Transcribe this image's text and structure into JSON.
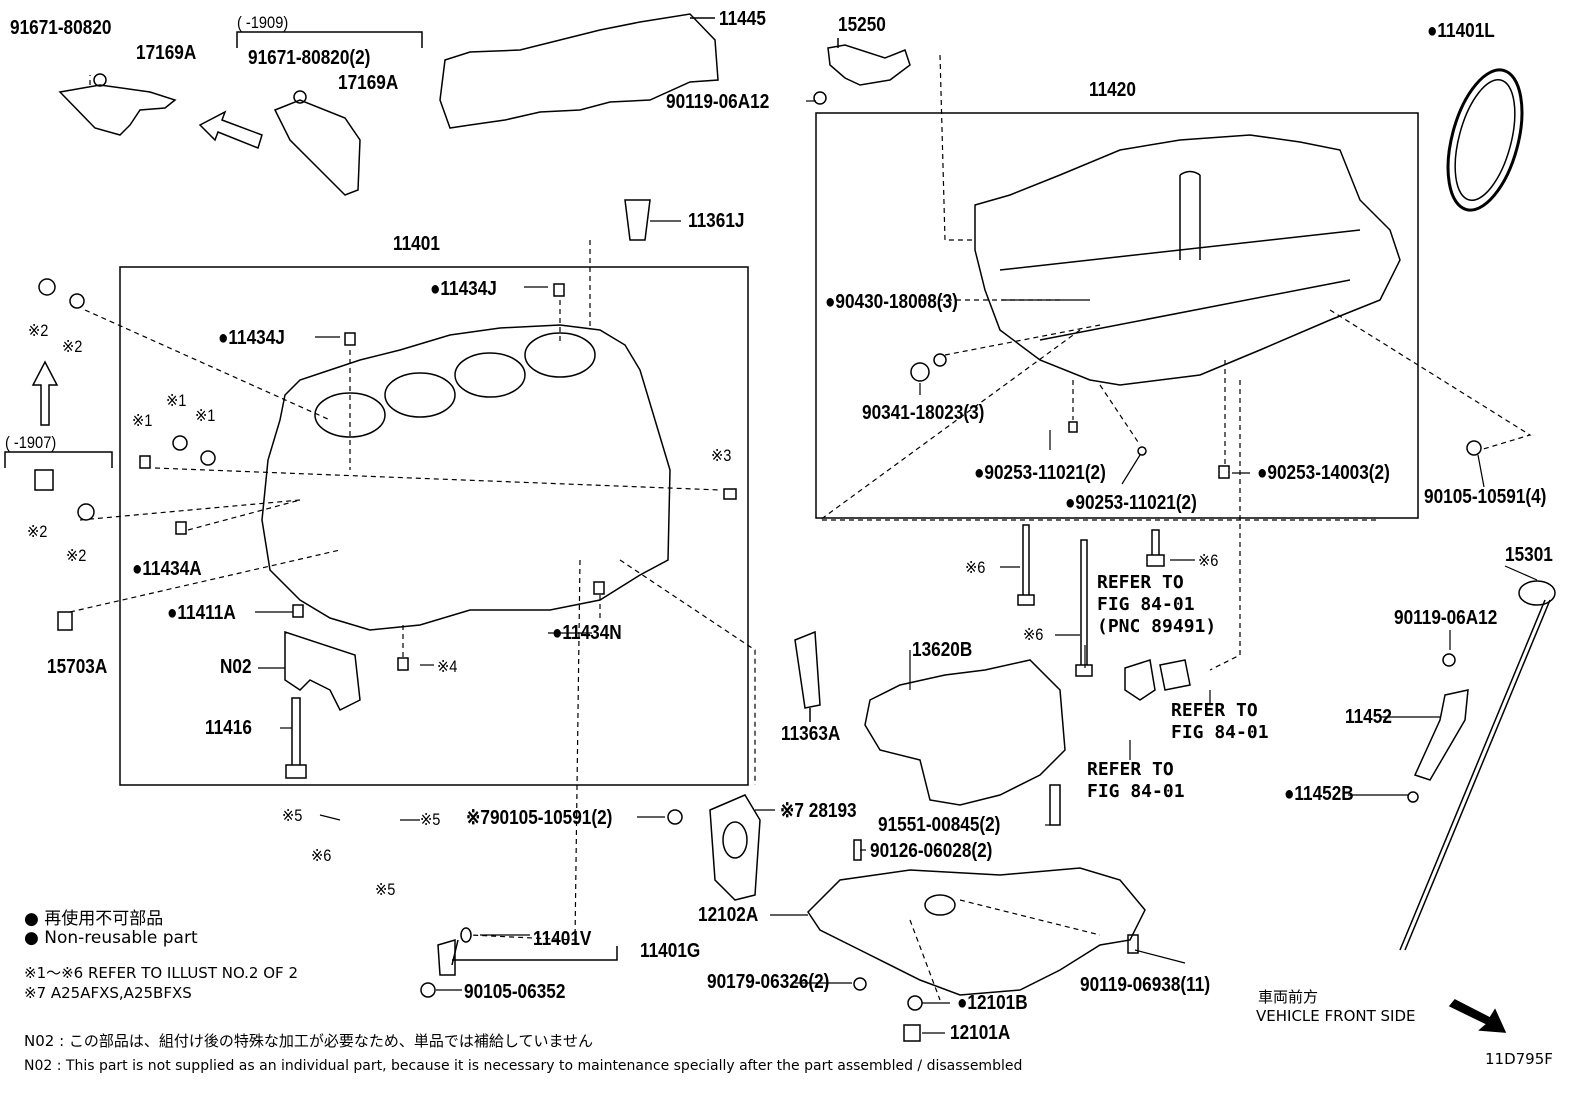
{
  "labels": {
    "p91671_80820": "91671-80820",
    "p17169A_a": "17169A",
    "range_1909": "(      -1909)",
    "p91671_80820_2": "91671-80820(2)",
    "p17169A_b": "17169A",
    "p11445": "11445",
    "p15250": "15250",
    "p90119_06A12_a": "90119-06A12",
    "p11420": "11420",
    "p11401L": "●11401L",
    "p11401": "11401",
    "p11361J": "11361J",
    "p11434J_a": "●11434J",
    "p11434J_b": "●11434J",
    "m2_a": "※2",
    "m2_b": "※2",
    "m1_a": "※1",
    "m1_b": "※1",
    "m1_c": "※1",
    "range_1907": "(      -1907)",
    "m2_c": "※2",
    "m2_d": "※2",
    "m3": "※3",
    "p11434A": "●11434A",
    "p15703A": "15703A",
    "p11411A": "●11411A",
    "pN02": "N02",
    "m4": "※4",
    "p11434N": "●11434N",
    "p11416": "11416",
    "p90430_18008": "●90430-18008(3)",
    "p90341_18023": "90341-18023(3)",
    "p90253_11021_a": "●90253-11021(2)",
    "p90253_14003": "●90253-14003(2)",
    "p90253_11021_b": "●90253-11021(2)",
    "p90105_10591_4": "90105-10591(4)",
    "m6_a": "※6",
    "m6_b": "※6",
    "m6_c": "※6",
    "refer_a": [
      "REFER TO",
      "FIG 84-01",
      "(PNC 89491)"
    ],
    "refer_b": [
      "REFER TO",
      "FIG 84-01"
    ],
    "refer_c": [
      "REFER TO",
      "FIG 84-01"
    ],
    "p13620B": "13620B",
    "p11363A": "11363A",
    "p15301": "15301",
    "p90119_06A12_b": "90119-06A12",
    "p11452": "11452",
    "p11452B": "●11452B",
    "m5_a": "※5",
    "m5_b": "※5",
    "m5_c": "※5",
    "m6_d": "※6",
    "p90105_10591_2": "※790105-10591(2)",
    "p28193": "※7 28193",
    "p91551_00845": "91551-00845(2)",
    "p90126_06028": "90126-06028(2)",
    "p12102A": "12102A",
    "p11401V": "11401V",
    "p11401G": "11401G",
    "p90179_06326": "90179-06326(2)",
    "p90119_06938": "90119-06938(11)",
    "p90105_06352": "90105-06352",
    "p12101B": "●12101B",
    "p12101A": "12101A"
  },
  "legend": {
    "non_reusable_jp": "● 再使用不可部品",
    "non_reusable_en": "● Non-reusable part",
    "refer_note": "※1～※6  REFER TO ILLUST NO.2 OF 2",
    "engine_note": "※7 A25AFXS,A25BFXS"
  },
  "front": {
    "jp": "車両前方",
    "en": "VEHICLE FRONT SIDE"
  },
  "notes": {
    "n02_jp": "N02 : この部品は、組付け後の特殊な加工が必要なため、単品では補給していません",
    "n02_en": "N02 : This part is not supplied as an individual part, because it is necessary to maintenance specially after the part assembled / disassembled"
  },
  "illustration_id": "11D795F"
}
